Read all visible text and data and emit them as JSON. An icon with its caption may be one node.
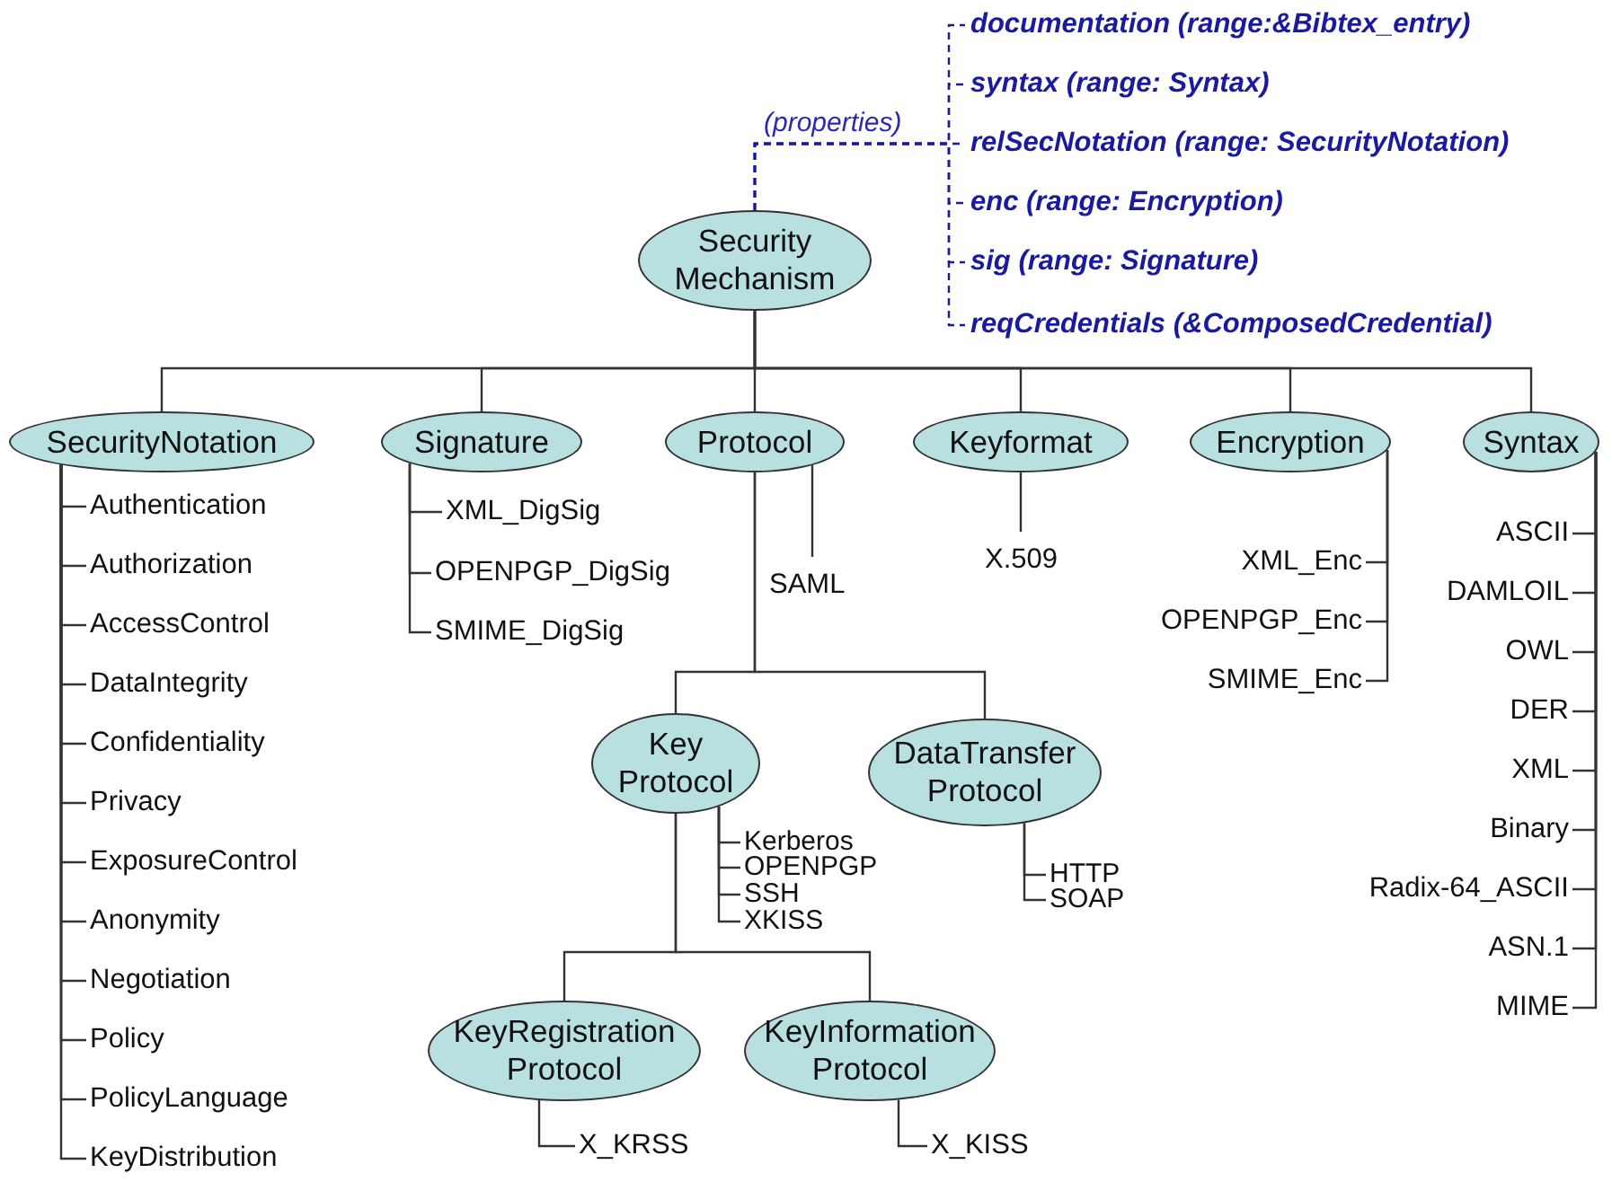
{
  "diagram": {
    "nodes": [
      {
        "text": [
          "Security Mechanism"
        ]
      },
      {
        "text": [
          "documentation (range:&Bibtex_entry)"
        ]
      },
      {
        "text": [
          "syntax (range: Syntax)"
        ]
      },
      {
        "text": [
          "relSecNotation (range: SecurityNotation)"
        ]
      },
      {
        "text": [
          "enc (range: Encryption)"
        ]
      },
      {
        "text": [
          "sig (range: Signature)"
        ]
      },
      {
        "text": [
          "reqCredentials (&ComposedCredential)"
        ]
      },
      {
        "text": [
          "SecurityNotation"
        ]
      },
      {
        "text": [
          "Signature"
        ]
      },
      {
        "text": [
          "Protocol"
        ]
      },
      {
        "text": [
          "Keyformat"
        ]
      },
      {
        "text": [
          "Encryption"
        ]
      },
      {
        "text": [
          "Syntax"
        ]
      },
      {
        "text": [
          "Authentication"
        ]
      },
      {
        "text": [
          "Authorization"
        ]
      },
      {
        "text": [
          "AccessControl"
        ]
      },
      {
        "text": [
          "DataIntegrity"
        ]
      },
      {
        "text": [
          "Confidentiality"
        ]
      },
      {
        "text": [
          "Privacy"
        ]
      },
      {
        "text": [
          "ExposureControl"
        ]
      },
      {
        "text": [
          "Anonymity"
        ]
      },
      {
        "text": [
          "Negotiation"
        ]
      },
      {
        "text": [
          "Policy"
        ]
      },
      {
        "text": [
          "PolicyLanguage"
        ]
      },
      {
        "text": [
          "KeyDistribution"
        ]
      },
      {
        "text": [
          "XML_DigSig"
        ]
      },
      {
        "text": [
          "OPENPGP_DigSig"
        ]
      },
      {
        "text": [
          "SMIME_DigSig"
        ]
      },
      {
        "text": [
          "SAML"
        ]
      },
      {
        "text": [
          "X.509"
        ]
      },
      {
        "text": [
          "XML_Enc"
        ]
      },
      {
        "text": [
          "OPENPGP_Enc"
        ]
      },
      {
        "text": [
          "SMIME_Enc"
        ]
      },
      {
        "text": [
          "ASCII"
        ]
      },
      {
        "text": [
          "DAMLOIL"
        ]
      },
      {
        "text": [
          "OWL"
        ]
      },
      {
        "text": [
          "DER"
        ]
      },
      {
        "text": [
          "XML"
        ]
      },
      {
        "text": [
          "Binary"
        ]
      },
      {
        "text": [
          "Radix-64_ASCII"
        ]
      },
      {
        "text": [
          "ASN.1"
        ]
      },
      {
        "text": [
          "MIME"
        ]
      },
      {
        "text": [
          "Key Protocol"
        ]
      },
      {
        "text": [
          "DataTransfer Protocol"
        ]
      },
      {
        "text": [
          "Kerberos"
        ]
      },
      {
        "text": [
          "OPENPGP"
        ]
      },
      {
        "text": [
          "SSH"
        ]
      },
      {
        "text": [
          "XKISS"
        ]
      },
      {
        "text": [
          "HTTP"
        ]
      },
      {
        "text": [
          "SOAP"
        ]
      },
      {
        "text": [
          "KeyRegistration Protocol"
        ]
      },
      {
        "text": [
          "KeyInformation Protocol"
        ]
      },
      {
        "text": [
          "X_KRSS"
        ]
      },
      {
        "text": [
          "X_KISS"
        ]
      }
    ],
    "edges": [
      {
        "from": 0,
        "to": 1,
        "arrow": "none",
        "style": "dashed",
        "color": "#1a1aa0"
      },
      {
        "from": 0,
        "to": 2,
        "arrow": "none",
        "style": "dashed",
        "color": "#1a1aa0"
      },
      {
        "from": 0,
        "to": 3,
        "arrow": "none",
        "style": "dashed",
        "color": "#1a1aa0"
      },
      {
        "from": 0,
        "to": 4,
        "arrow": "none",
        "style": "dashed",
        "color": "#1a1aa0"
      },
      {
        "from": 0,
        "to": 5,
        "arrow": "none",
        "style": "dashed",
        "color": "#1a1aa0"
      },
      {
        "from": 0,
        "to": 6,
        "arrow": "none",
        "style": "dashed",
        "color": "#1a1aa0"
      },
      {
        "from": 0,
        "to": 7,
        "arrow": "none"
      },
      {
        "from": 0,
        "to": 8,
        "arrow": "none"
      },
      {
        "from": 0,
        "to": 9,
        "arrow": "none"
      },
      {
        "from": 0,
        "to": 10,
        "arrow": "none"
      },
      {
        "from": 0,
        "to": 11,
        "arrow": "none"
      },
      {
        "from": 0,
        "to": 12,
        "arrow": "none"
      },
      {
        "from": 7,
        "to": 13,
        "arrow": "none"
      },
      {
        "from": 7,
        "to": 14,
        "arrow": "none"
      },
      {
        "from": 7,
        "to": 15,
        "arrow": "none"
      },
      {
        "from": 7,
        "to": 16,
        "arrow": "none"
      },
      {
        "from": 7,
        "to": 17,
        "arrow": "none"
      },
      {
        "from": 7,
        "to": 18,
        "arrow": "none"
      },
      {
        "from": 7,
        "to": 19,
        "arrow": "none"
      },
      {
        "from": 7,
        "to": 20,
        "arrow": "none"
      },
      {
        "from": 7,
        "to": 21,
        "arrow": "none"
      },
      {
        "from": 7,
        "to": 22,
        "arrow": "none"
      },
      {
        "from": 7,
        "to": 23,
        "arrow": "none"
      },
      {
        "from": 7,
        "to": 24,
        "arrow": "none"
      },
      {
        "from": 8,
        "to": 25,
        "arrow": "none"
      },
      {
        "from": 8,
        "to": 26,
        "arrow": "none"
      },
      {
        "from": 8,
        "to": 27,
        "arrow": "none"
      },
      {
        "from": 9,
        "to": 28,
        "arrow": "none"
      },
      {
        "from": 9,
        "to": 42,
        "arrow": "none"
      },
      {
        "from": 9,
        "to": 43,
        "arrow": "none"
      },
      {
        "from": 10,
        "to": 29,
        "arrow": "none"
      },
      {
        "from": 11,
        "to": 30,
        "arrow": "none"
      },
      {
        "from": 11,
        "to": 31,
        "arrow": "none"
      },
      {
        "from": 11,
        "to": 32,
        "arrow": "none"
      },
      {
        "from": 12,
        "to": 33,
        "arrow": "none"
      },
      {
        "from": 12,
        "to": 34,
        "arrow": "none"
      },
      {
        "from": 12,
        "to": 35,
        "arrow": "none"
      },
      {
        "from": 12,
        "to": 36,
        "arrow": "none"
      },
      {
        "from": 12,
        "to": 37,
        "arrow": "none"
      },
      {
        "from": 12,
        "to": 38,
        "arrow": "none"
      },
      {
        "from": 12,
        "to": 39,
        "arrow": "none"
      },
      {
        "from": 12,
        "to": 40,
        "arrow": "none"
      },
      {
        "from": 12,
        "to": 41,
        "arrow": "none"
      },
      {
        "from": 42,
        "to": 44,
        "arrow": "none"
      },
      {
        "from": 42,
        "to": 45,
        "arrow": "none"
      },
      {
        "from": 42,
        "to": 46,
        "arrow": "none"
      },
      {
        "from": 42,
        "to": 47,
        "arrow": "none"
      },
      {
        "from": 42,
        "to": 50,
        "arrow": "none"
      },
      {
        "from": 42,
        "to": 51,
        "arrow": "none"
      },
      {
        "from": 43,
        "to": 48,
        "arrow": "none"
      },
      {
        "from": 43,
        "to": 49,
        "arrow": "none"
      },
      {
        "from": 50,
        "to": 52,
        "arrow": "none"
      },
      {
        "from": 51,
        "to": 53,
        "arrow": "none"
      }
    ],
    "labels": [
      "(properties)"
    ]
  }
}
